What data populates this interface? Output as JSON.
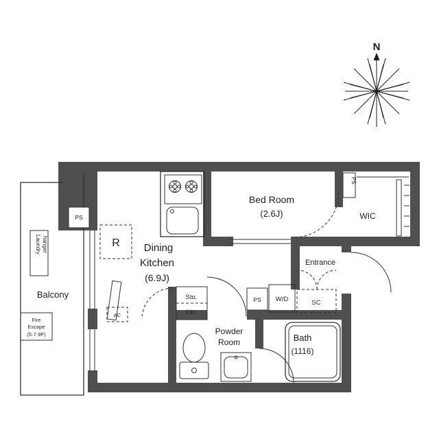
{
  "colors": {
    "wall": "#4f4f4f",
    "line": "#2f2f2f",
    "paper": "#ffffff"
  },
  "compass": {
    "north_label": "N"
  },
  "rooms": {
    "bed_room": {
      "name": "Bed Room",
      "size": "(2.6J)"
    },
    "wic": {
      "name": "WIC"
    },
    "dining_kitchen": {
      "line1": "Dining",
      "line2": "Kitchen",
      "size": "(6.9J)"
    },
    "entrance": {
      "name": "Entrance"
    },
    "powder_room": {
      "line1": "Powder",
      "line2": "Room"
    },
    "bath": {
      "name": "Bath",
      "size": "(1116)"
    },
    "balcony": {
      "name": "Balcony"
    }
  },
  "labels": {
    "refrigerator": "R",
    "air_conditioner": "AC",
    "washer_dryer": "W/D",
    "shoe_closet": "SC",
    "storage": "Sto.",
    "linen": "Lin.",
    "pipe_space_left": "PS",
    "pipe_space_hall": "PS",
    "pipe_space_wic": "PS",
    "laundry_line1": "Laundry",
    "laundry_line2": "hanger",
    "fire_escape_line1": "Fire",
    "fire_escape_line2": "Escape",
    "fire_escape_line3": "(5·7·9F)"
  }
}
